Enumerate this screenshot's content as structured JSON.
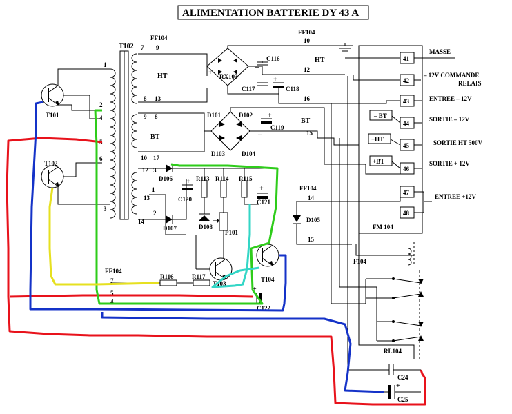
{
  "title": "ALIMENTATION BATTERIE  DY 43 A",
  "transformer": "T102",
  "connector": "FF104",
  "module": "FM 104",
  "relay": "RL104",
  "fuse": "F104",
  "section_ht": "HT",
  "section_bt": "BT",
  "wire_colors": {
    "red": "#e8121b",
    "blue": "#1432c8",
    "green": "#2ecc1a",
    "yellow": "#e6e020",
    "cyan": "#33d6c6"
  },
  "components": {
    "T101": "T101",
    "T102": "T102",
    "T103": "T103",
    "T104": "T104",
    "RX103": "RX103",
    "C116": "C116",
    "C117": "C117",
    "C118": "C118",
    "C119": "C119",
    "D101": "D101",
    "D102": "D102",
    "D103": "D103",
    "D104": "D104",
    "D105": "D105",
    "D106": "D106",
    "D107": "D107",
    "D108": "D108",
    "R113": "R113",
    "R114": "R114",
    "R115": "R115",
    "R116": "R116",
    "R117": "R117",
    "C120": "C120",
    "C121": "C121",
    "C122": "C122",
    "P101": "P101",
    "C24": "C24",
    "C25": "C25"
  },
  "pins": {
    "p1": "1",
    "p2": "2",
    "p3": "3",
    "p4": "4",
    "p5": "5",
    "p6": "6",
    "p7": "7",
    "p9": "9",
    "p8": "8",
    "p13": "13",
    "p9b": "9",
    "p8b": "8",
    "p10": "10",
    "p17": "17",
    "p12": "12",
    "p3b": "3",
    "p1b": "1",
    "p13b": "13",
    "p14": "14",
    "p2b": "2",
    "ff10": "10",
    "ff12": "12",
    "ff16": "16",
    "ff15": "15",
    "ff14": "14",
    "ff15b": "15",
    "ff7": "7",
    "ff5": "5",
    "ff4": "4"
  },
  "terminals": [
    {
      "num": "41",
      "label": "MASSE"
    },
    {
      "num": "42",
      "label": "– 12V  COMMANDE"
    },
    {
      "num": "43",
      "label": "ENTREE – 12V"
    },
    {
      "num": "44",
      "label": "SORTIE – 12V"
    },
    {
      "num": "45",
      "label": "SORTIE HT 500V"
    },
    {
      "num": "46",
      "label": "SORTIE + 12V"
    },
    {
      "num": "47",
      "label": "ENTREE +12V"
    },
    {
      "num": "48",
      "label": ""
    }
  ],
  "relais_label": "RELAIS",
  "outputs": {
    "minus_bt": "– BT",
    "plus_ht": "+HT",
    "plus_bt": "+BT"
  },
  "signs": {
    "plus": "+",
    "minus": "–"
  }
}
